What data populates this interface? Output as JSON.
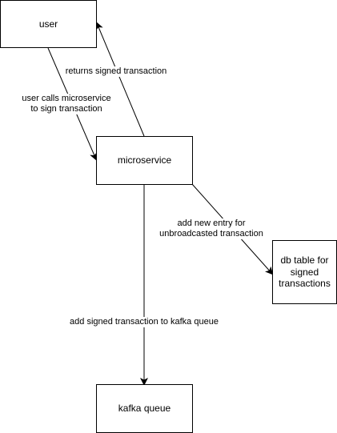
{
  "nodes": {
    "user": "user",
    "microservice": "microservice",
    "db_table": [
      "db table for",
      "signed",
      "transactions"
    ],
    "kafka_queue": "kafka queue"
  },
  "edges": {
    "user_to_microservice": [
      "user calls microservice",
      "to sign transaction"
    ],
    "microservice_to_user": "returns signed transaction",
    "microservice_to_db": [
      "add new entry for",
      "unbroadcasted transaction"
    ],
    "microservice_to_kafka": "add signed transaction to kafka queue"
  }
}
